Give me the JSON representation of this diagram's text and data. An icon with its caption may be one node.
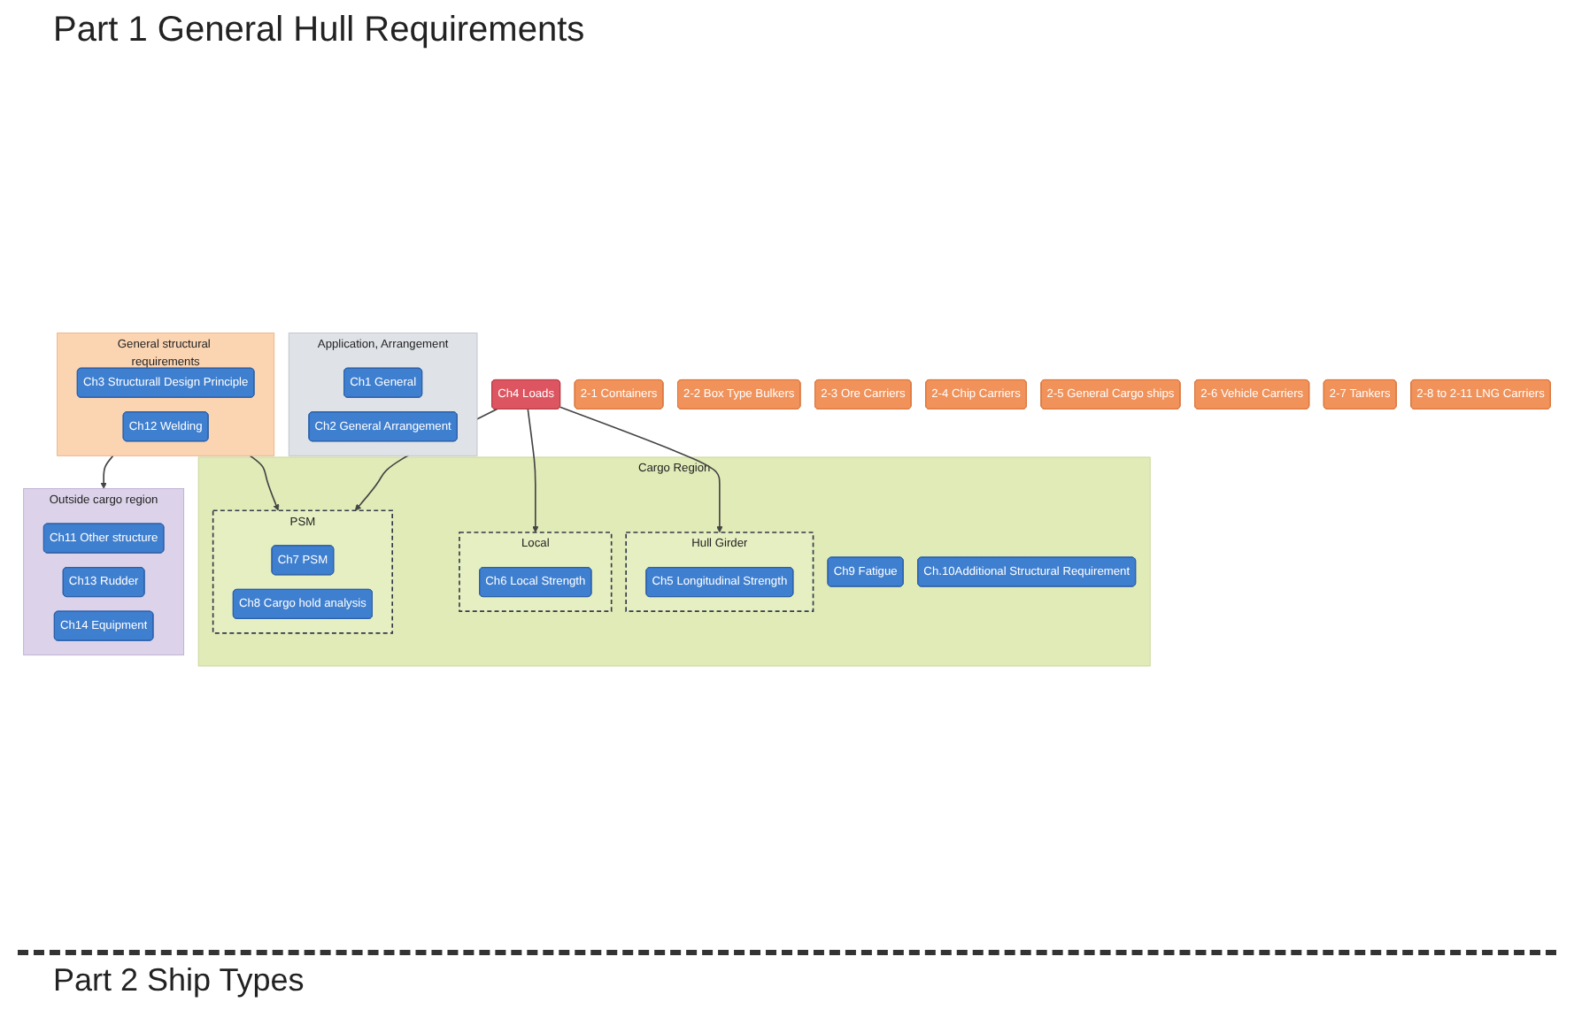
{
  "diagram": {
    "title": "Part 1 General Hull Requirements",
    "nodes": [
      {
        "text": [
          "Application, Arrangement"
        ]
      },
      {
        "text": [
          "Ch1 General"
        ],
        "in": 0
      },
      {
        "text": [
          "Ch2 General Arrangement"
        ],
        "in": 0
      },
      {
        "text": [
          "Ch4 Loads"
        ]
      },
      {
        "text": [
          "General structural requirements"
        ]
      },
      {
        "text": [
          "Ch3 Structurall Design Principle"
        ],
        "in": 4
      },
      {
        "text": [
          "Ch12 Welding"
        ],
        "in": 4
      },
      {
        "text": [
          "Cargo Region"
        ]
      },
      {
        "text": [
          "Hull Girder"
        ],
        "in": 7
      },
      {
        "text": [
          "Ch5 Longitudinal Strength"
        ],
        "in": 8
      },
      {
        "text": [
          "Local"
        ],
        "in": 7
      },
      {
        "text": [
          "Ch6 Local Strength"
        ],
        "in": 10
      },
      {
        "text": [
          "PSM"
        ],
        "in": 7
      },
      {
        "text": [
          "Ch7 PSM"
        ],
        "in": 12
      },
      {
        "text": [
          "Ch8 Cargo hold analysis"
        ],
        "in": 12
      },
      {
        "text": [
          "Ch9 Fatigue"
        ],
        "in": 7
      },
      {
        "text": [
          "Ch.10Additional Structural Requirement"
        ],
        "in": 7
      },
      {
        "text": [
          "Outside cargo region"
        ]
      },
      {
        "text": [
          "Ch11 Other structure"
        ],
        "in": 17
      },
      {
        "text": [
          "Ch13 Rudder"
        ],
        "in": 17
      },
      {
        "text": [
          "Ch14 Equipment"
        ],
        "in": 17
      },
      {
        "text": [
          "2-1 Containers"
        ]
      },
      {
        "text": [
          "2-2 Box Type Bulkers"
        ]
      },
      {
        "text": [
          "2-3 Ore Carriers"
        ]
      },
      {
        "text": [
          "2-4 Chip Carriers"
        ]
      },
      {
        "text": [
          "2-5 General Cargo ships"
        ]
      },
      {
        "text": [
          "2-6 Vehicle Carriers"
        ]
      },
      {
        "text": [
          "2-7 Tankers"
        ]
      },
      {
        "text": [
          "2-8 to 2-11 LNG Carriers"
        ]
      }
    ],
    "edges": [
      {
        "from": 3,
        "to": 8,
        "arrow": "to"
      },
      {
        "from": 3,
        "to": 10,
        "arrow": "to"
      },
      {
        "from": 3,
        "to": 12,
        "arrow": "to"
      },
      {
        "from": 4,
        "to": 12,
        "arrow": "to"
      },
      {
        "from": 4,
        "to": 17,
        "arrow": "to"
      }
    ],
    "labels": [
      "Part 2 Ship Types"
    ]
  }
}
